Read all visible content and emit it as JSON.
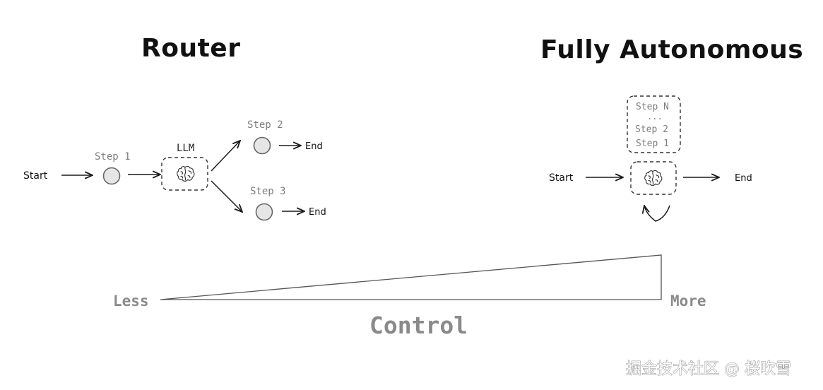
{
  "router": {
    "title": "Router",
    "start": "Start",
    "step1": "Step 1",
    "llm": "LLM",
    "step2": "Step 2",
    "step3": "Step 3",
    "end_top": "End",
    "end_bottom": "End"
  },
  "autonomous": {
    "title": "Fully Autonomous",
    "start": "Start",
    "end": "End",
    "steps": [
      "Step N",
      "...",
      "Step 2",
      "Step 1"
    ]
  },
  "scale": {
    "less": "Less",
    "more": "More",
    "axis_label": "Control"
  },
  "icons": {
    "brain": "brain-icon"
  },
  "watermark": "掘金技术社区 @ 桜吹雪"
}
